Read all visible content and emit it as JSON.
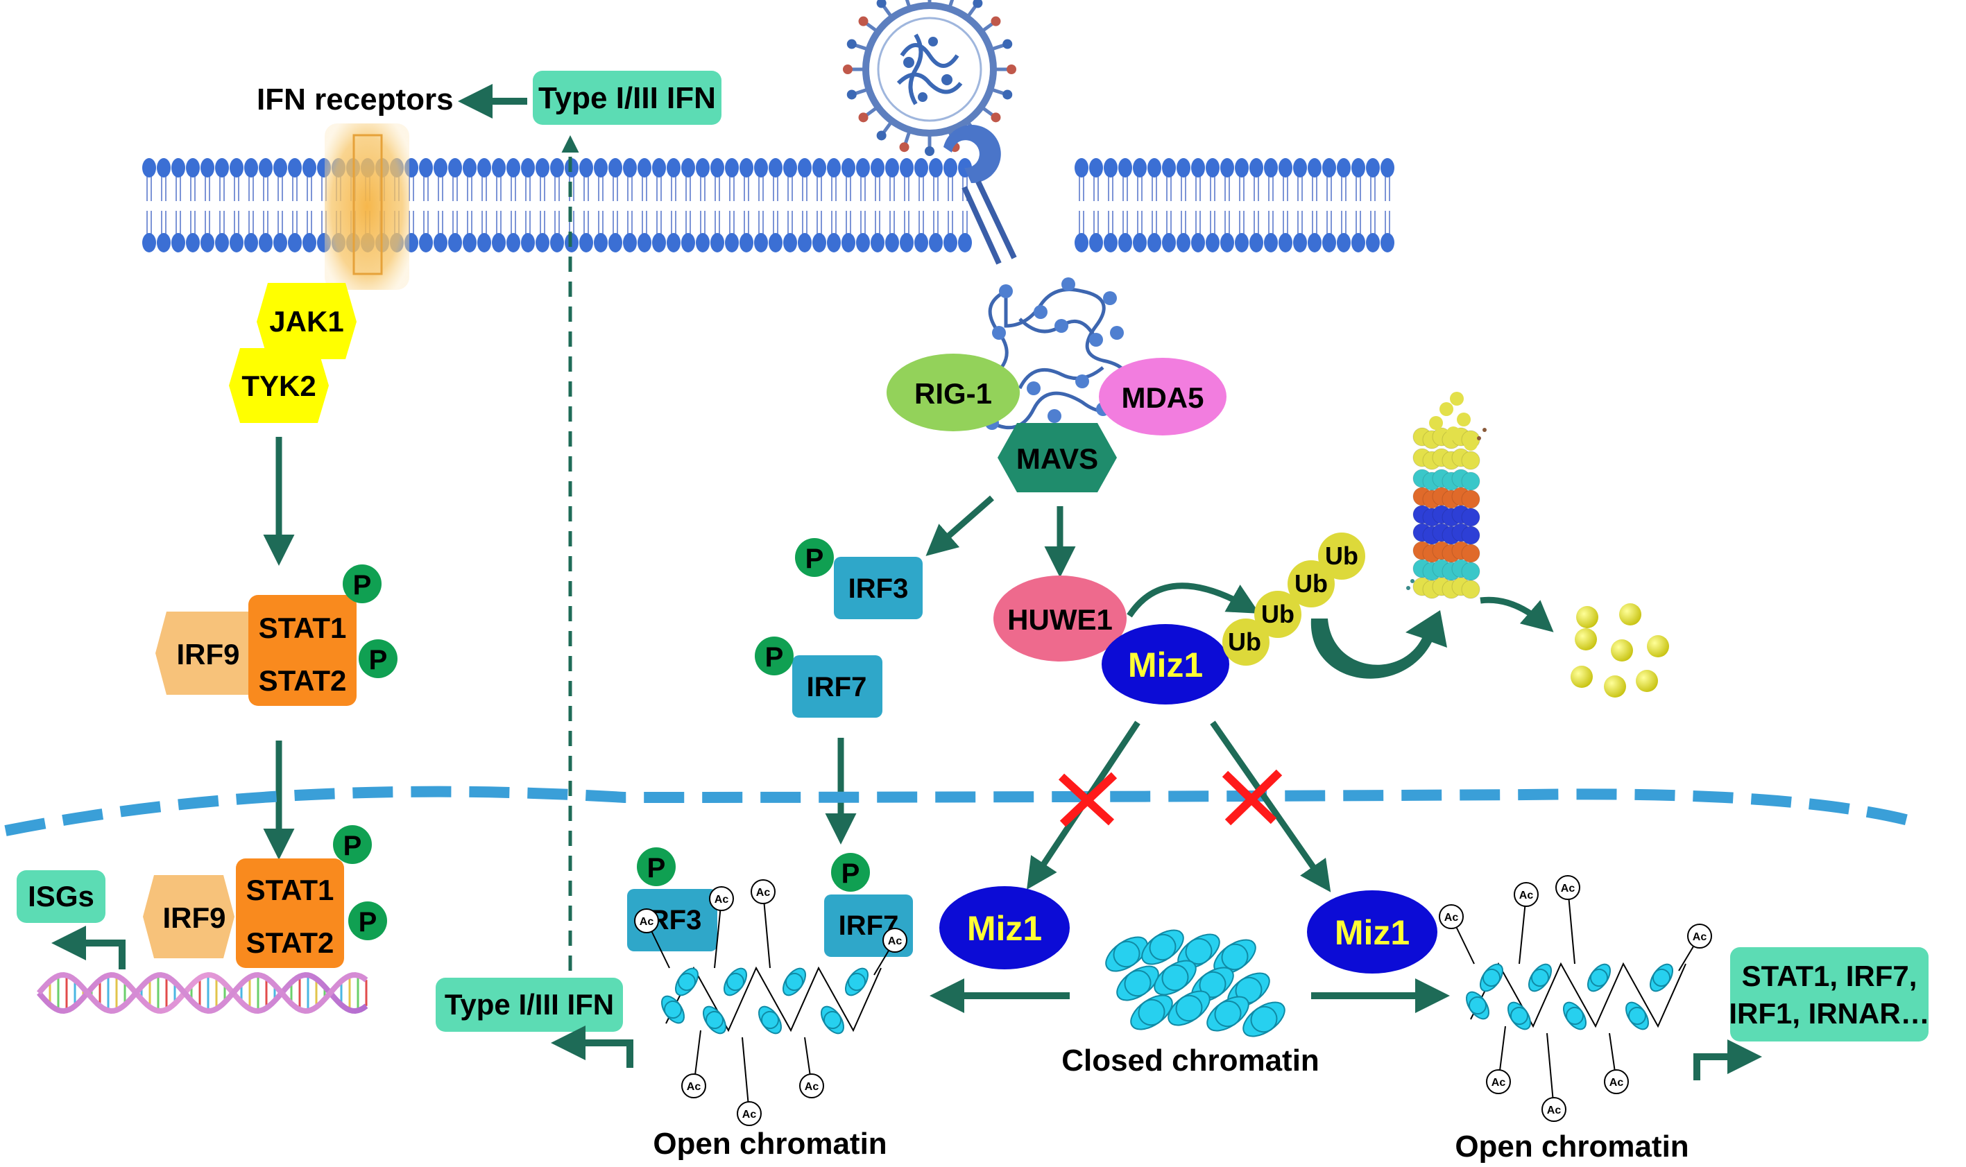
{
  "labels": {
    "ifn_receptors": "IFN receptors",
    "type_ifn": "Type I/III IFN",
    "jak1": "JAK1",
    "tyk2": "TYK2",
    "stat1": "STAT1",
    "stat2": "STAT2",
    "irf9": "IRF9",
    "p": "P",
    "isgs": "ISGs",
    "rig1": "RIG-1",
    "mda5": "MDA5",
    "mavs": "MAVS",
    "irf3": "IRF3",
    "irf7": "IRF7",
    "huwe1": "HUWE1",
    "miz1": "Miz1",
    "ub": "Ub",
    "ac": "Ac",
    "closed_chromatin": "Closed chromatin",
    "open_chromatin": "Open chromatin",
    "targets_line1": "STAT1, IRF7,",
    "targets_line2": "IRF1, IRNAR…"
  },
  "colors": {
    "arrow": "#1e6b57",
    "membrane_head": "#3b6fd4",
    "nuclear_envelope": "#3a9fd8",
    "teal_box": "#5cdcb4",
    "jak_yellow": "#ffff00",
    "stat_orange": "#f98a1e",
    "irf9_tan": "#f7c27a",
    "phospho_green": "#10a052",
    "irf_blue": "#2fa7c9",
    "rig1_green": "#93d25a",
    "mda5_pink": "#f27ddf",
    "mavs_dark": "#1f8c6c",
    "huwe1_pink": "#ee6a8d",
    "miz1_blue": "#0c0cd6",
    "miz1_text": "#ffff33",
    "ub_yellow": "#ddd93a",
    "nucleosome": "#27d0ef",
    "block_red": "#ff1a1a"
  }
}
